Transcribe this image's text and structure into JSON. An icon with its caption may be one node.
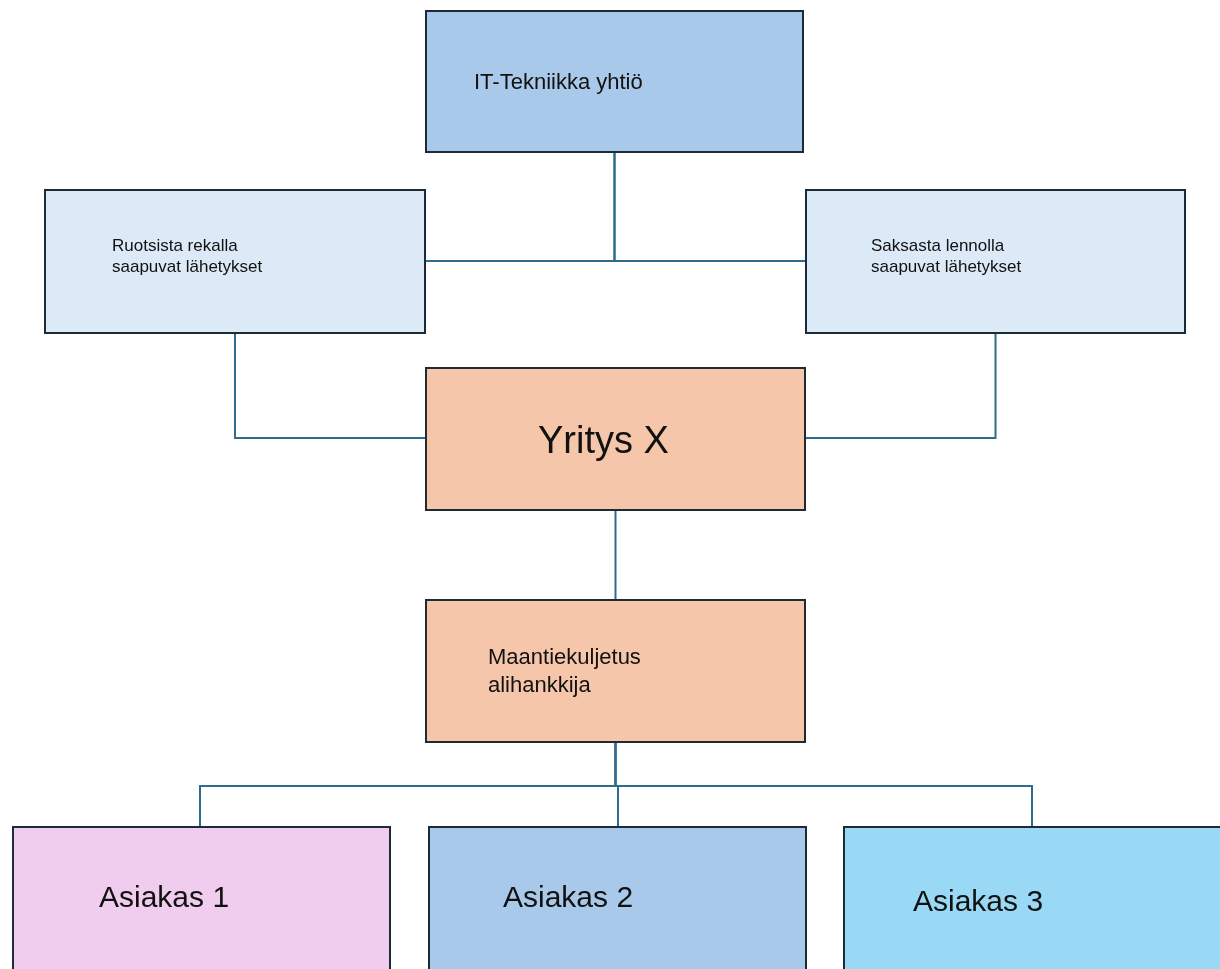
{
  "diagram": {
    "nodes": [
      {
        "text": [
          "IT-Tekniikka yhtiö"
        ]
      },
      {
        "text": [
          "Ruotsista rekalla saapuvat lähetykset"
        ]
      },
      {
        "text": [
          "Saksasta lennolla saapuvat lähetykset"
        ]
      },
      {
        "text": [
          "Yritys X"
        ]
      },
      {
        "text": [
          "Maantiekuljetus alihankkija"
        ]
      },
      {
        "text": [
          "Asiakas 1"
        ]
      },
      {
        "text": [
          "Asiakas 2"
        ]
      },
      {
        "text": [
          "Asiakas 3"
        ]
      }
    ],
    "edges": [
      {
        "from": 0,
        "to": 1,
        "arrow": "none"
      },
      {
        "from": 0,
        "to": 2,
        "arrow": "none"
      },
      {
        "from": 1,
        "to": 3,
        "arrow": "none"
      },
      {
        "from": 2,
        "to": 3,
        "arrow": "none"
      },
      {
        "from": 3,
        "to": 4,
        "arrow": "none"
      },
      {
        "from": 4,
        "to": 5,
        "arrow": "none"
      },
      {
        "from": 4,
        "to": 6,
        "arrow": "none"
      },
      {
        "from": 4,
        "to": 7,
        "arrow": "none"
      }
    ]
  }
}
